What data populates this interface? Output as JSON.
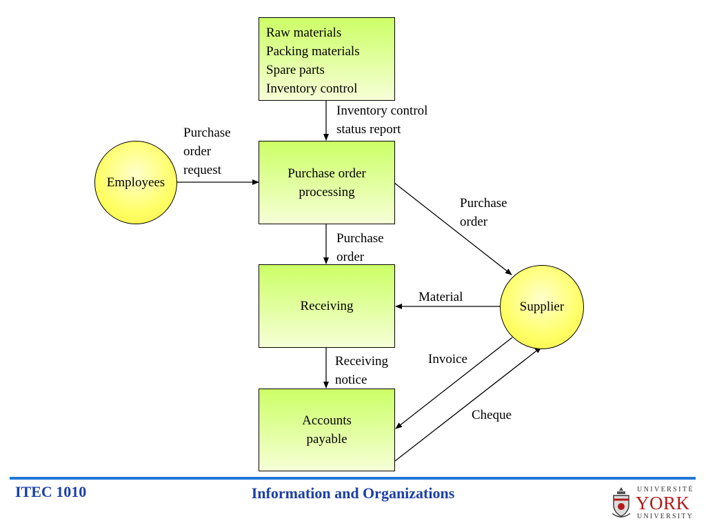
{
  "diagram": {
    "processes": {
      "inventory": {
        "lines": [
          "Raw materials",
          "Packing materials",
          "Spare parts",
          "Inventory control"
        ]
      },
      "purchase_order_processing": {
        "line1": "Purchase order",
        "line2": "processing"
      },
      "receiving": "Receiving",
      "accounts_payable": {
        "line1": "Accounts",
        "line2": "payable"
      }
    },
    "entities": {
      "employees": "Employees",
      "supplier": "Supplier"
    },
    "flows": {
      "inventory_status": {
        "line1": "Inventory control",
        "line2": "status report"
      },
      "po_request": {
        "line1": "Purchase",
        "line2": "order",
        "line3": "request"
      },
      "po_to_supplier": {
        "line1": "Purchase",
        "line2": "order"
      },
      "po_to_receiving": {
        "line1": "Purchase",
        "line2": "order"
      },
      "material": "Material",
      "receiving_notice": {
        "line1": "Receiving",
        "line2": "notice"
      },
      "invoice": "Invoice",
      "cheque": "Cheque"
    }
  },
  "footer": {
    "course": "ITEC 1010",
    "title": "Information and Organizations",
    "logo": {
      "top": "UNIVERSITÉ",
      "main": "YORK",
      "bottom": "UNIVERSITY",
      "icon": "york-crest-icon"
    }
  },
  "colors": {
    "process_fill_top": "#ccff66",
    "entity_fill": "#ffff66",
    "footer_text": "#1a3fa8",
    "footer_rule": "#1f77d8",
    "logo_red": "#b31b1b"
  }
}
